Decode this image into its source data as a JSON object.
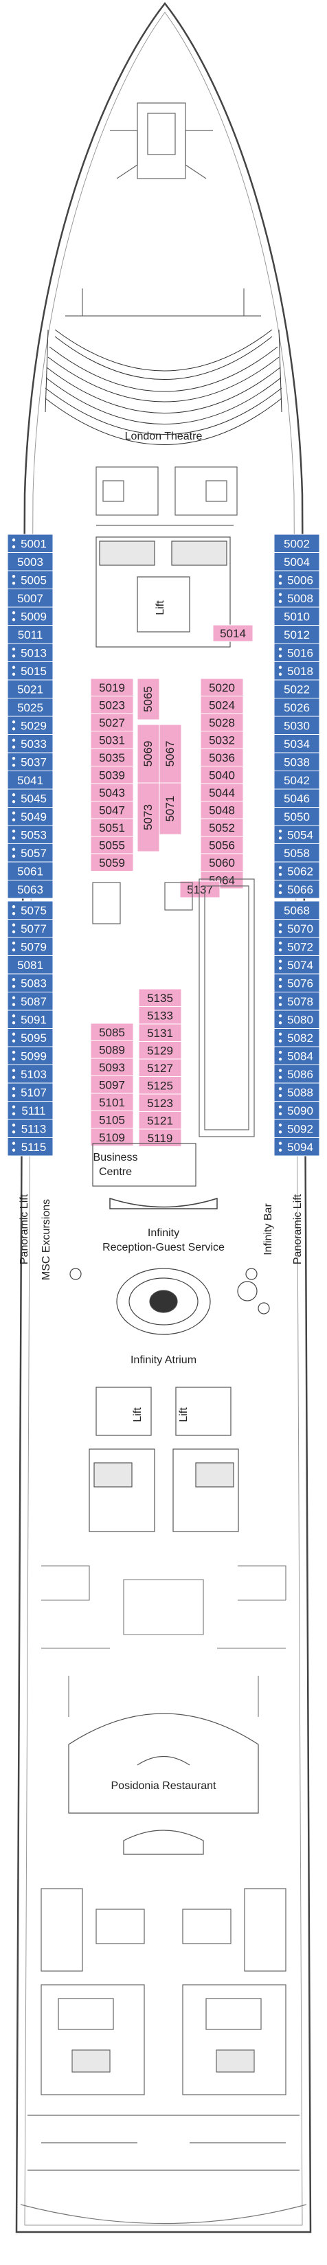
{
  "colors": {
    "blue_cabin": "#3f6fb6",
    "blue_text": "#ffffff",
    "pink_cabin": "#f2a9cc",
    "pink_text": "#222222",
    "line": "#555555",
    "hull": "#444444"
  },
  "labels": {
    "london_theatre": "London Theatre",
    "lift": "Lift",
    "business_centre_1": "Business",
    "business_centre_2": "Centre",
    "panoramic_lift_left": "Panoramic Lift",
    "msc_excursions": "MSC Excursions",
    "infinity_reception_1": "Infinity",
    "infinity_reception_2": "Reception-Guest Service",
    "infinity_bar": "Infinity Bar",
    "panoramic_lift_right": "Panoramic Lift",
    "infinity_atrium": "Infinity Atrium",
    "posidonia_restaurant": "Posidonia Restaurant"
  },
  "cabins": {
    "left_outer": [
      {
        "no": "5001",
        "icon": true
      },
      {
        "no": "5003",
        "icon": false
      },
      {
        "no": "5005",
        "icon": true
      },
      {
        "no": "5007",
        "icon": false
      },
      {
        "no": "5009",
        "icon": true
      },
      {
        "no": "5011",
        "icon": false
      },
      {
        "no": "5013",
        "icon": true
      },
      {
        "no": "5015",
        "icon": true
      },
      {
        "no": "5021",
        "icon": false
      },
      {
        "no": "5025",
        "icon": false
      },
      {
        "no": "5029",
        "icon": true
      },
      {
        "no": "5033",
        "icon": true
      },
      {
        "no": "5037",
        "icon": true
      },
      {
        "no": "5041",
        "icon": false
      },
      {
        "no": "5045",
        "icon": true
      },
      {
        "no": "5049",
        "icon": true
      },
      {
        "no": "5053",
        "icon": true
      },
      {
        "no": "5057",
        "icon": true
      },
      {
        "no": "5061",
        "icon": false
      },
      {
        "no": "5063",
        "icon": false
      }
    ],
    "right_outer": [
      {
        "no": "5002",
        "icon": false
      },
      {
        "no": "5004",
        "icon": false
      },
      {
        "no": "5006",
        "icon": true
      },
      {
        "no": "5008",
        "icon": true
      },
      {
        "no": "5010",
        "icon": false
      },
      {
        "no": "5012",
        "icon": false
      },
      {
        "no": "5016",
        "icon": true
      },
      {
        "no": "5018",
        "icon": true
      },
      {
        "no": "5022",
        "icon": false
      },
      {
        "no": "5026",
        "icon": false
      },
      {
        "no": "5030",
        "icon": false
      },
      {
        "no": "5034",
        "icon": false
      },
      {
        "no": "5038",
        "icon": false
      },
      {
        "no": "5042",
        "icon": false
      },
      {
        "no": "5046",
        "icon": false
      },
      {
        "no": "5050",
        "icon": false
      },
      {
        "no": "5054",
        "icon": true
      },
      {
        "no": "5058",
        "icon": false
      },
      {
        "no": "5062",
        "icon": true
      },
      {
        "no": "5066",
        "icon": true
      }
    ],
    "left_outer_2": [
      {
        "no": "5075",
        "icon": true
      },
      {
        "no": "5077",
        "icon": true
      },
      {
        "no": "5079",
        "icon": true
      },
      {
        "no": "5081",
        "icon": false
      },
      {
        "no": "5083",
        "icon": true
      },
      {
        "no": "5087",
        "icon": true
      },
      {
        "no": "5091",
        "icon": true
      },
      {
        "no": "5095",
        "icon": true
      },
      {
        "no": "5099",
        "icon": true
      },
      {
        "no": "5103",
        "icon": true
      },
      {
        "no": "5107",
        "icon": true
      },
      {
        "no": "5111",
        "icon": true
      },
      {
        "no": "5113",
        "icon": true
      },
      {
        "no": "5115",
        "icon": true
      }
    ],
    "right_outer_2": [
      {
        "no": "5068",
        "icon": false
      },
      {
        "no": "5070",
        "icon": true
      },
      {
        "no": "5072",
        "icon": true
      },
      {
        "no": "5074",
        "icon": true
      },
      {
        "no": "5076",
        "icon": true
      },
      {
        "no": "5078",
        "icon": true
      },
      {
        "no": "5080",
        "icon": true
      },
      {
        "no": "5082",
        "icon": true
      },
      {
        "no": "5084",
        "icon": true
      },
      {
        "no": "5086",
        "icon": true
      },
      {
        "no": "5088",
        "icon": true
      },
      {
        "no": "5090",
        "icon": true
      },
      {
        "no": "5092",
        "icon": true
      },
      {
        "no": "5094",
        "icon": true
      }
    ],
    "inner_left": [
      "5019",
      "5023",
      "5027",
      "5031",
      "5035",
      "5039",
      "5043",
      "5047",
      "5051",
      "5055",
      "5059"
    ],
    "inner_right": [
      "5020",
      "5024",
      "5028",
      "5032",
      "5036",
      "5040",
      "5044",
      "5048",
      "5052",
      "5056",
      "5060",
      "5064"
    ],
    "inner_mid_top": [
      "5065",
      "5067"
    ],
    "inner_mid_bottom": [
      "5069",
      "5071",
      "5073"
    ],
    "inner2_left": [
      "5085",
      "5089",
      "5093",
      "5097",
      "5101",
      "5105",
      "5109"
    ],
    "inner2_right": [
      "5135",
      "5133",
      "5131",
      "5129",
      "5127",
      "5125",
      "5123",
      "5121",
      "5119"
    ],
    "cabin_5014": "5014",
    "cabin_5137": "5137"
  }
}
